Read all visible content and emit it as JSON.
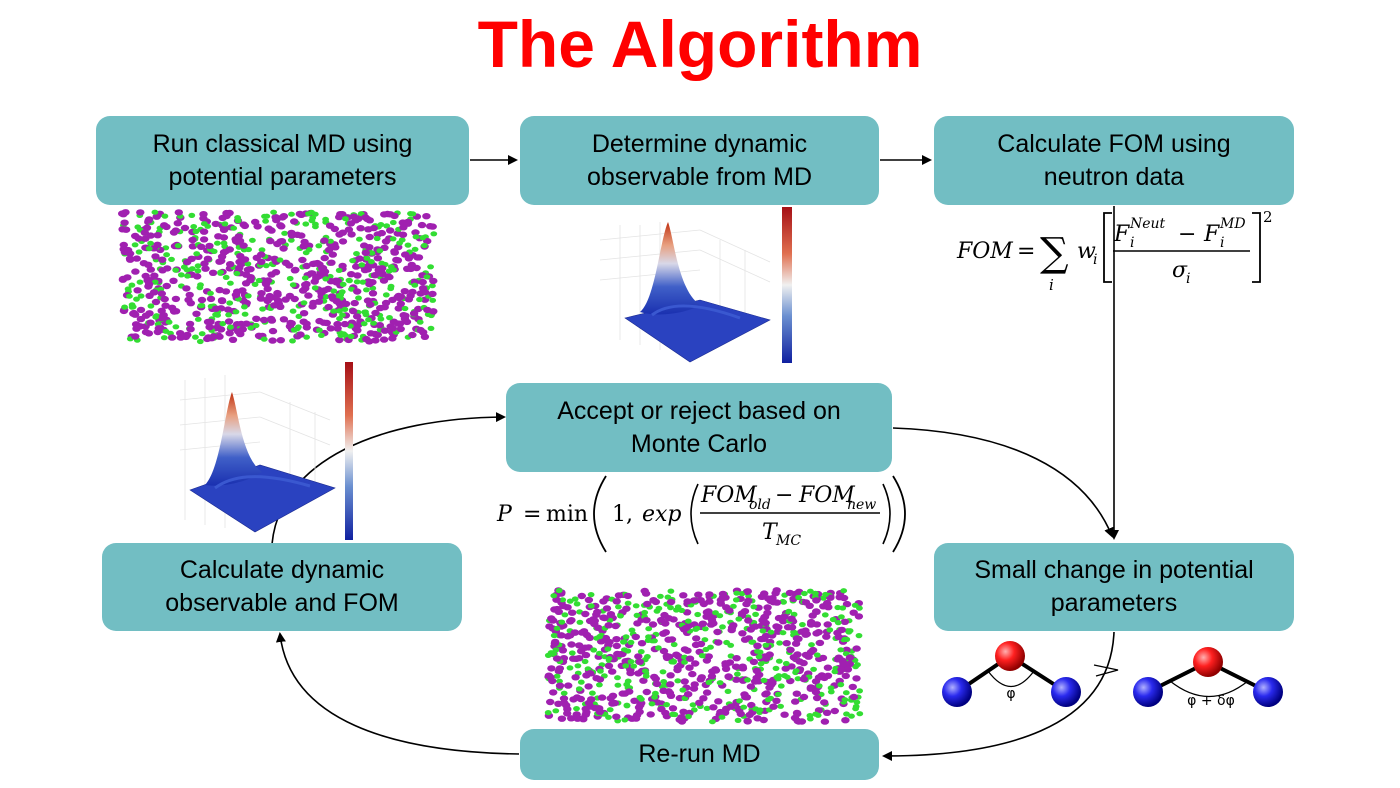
{
  "title": "The Algorithm",
  "boxes": {
    "run_md": [
      "Run classical MD using",
      "potential parameters"
    ],
    "determine": [
      "Determine dynamic",
      "observable from MD"
    ],
    "calc_fom": [
      "Calculate FOM using",
      "neutron data"
    ],
    "accept": [
      "Accept or reject based on",
      "Monte Carlo"
    ],
    "calc_dyn": [
      "Calculate dynamic",
      "observable and FOM"
    ],
    "small_change": [
      "Small change in potential",
      "parameters"
    ],
    "rerun": "Re-run MD"
  },
  "fom_equation": {
    "lhs": "FOM",
    "eq": "=",
    "sum": "∑",
    "index": "i",
    "weight": "w",
    "weight_sub": "i",
    "num_a": "F",
    "num_a_sup": "Neut",
    "num_a_sub": "i",
    "minus": "−",
    "num_b": "F",
    "num_b_sup": "MD",
    "num_b_sub": "i",
    "den": "σ",
    "den_sub": "i",
    "power": "2"
  },
  "mc_equation": {
    "lhs": "P",
    "eq": "=",
    "func": "min",
    "one": "1,",
    "exp": "exp",
    "num_a": "FOM",
    "num_a_sub": "old",
    "minus": "−",
    "num_b": "FOM",
    "num_b_sub": "new",
    "den": "T",
    "den_sub": "MC"
  },
  "molecule": {
    "angle_before": "φ",
    "angle_after": "φ + δφ",
    "center_color": "#ff1a1a",
    "end_color": "#2424e8"
  },
  "colors": {
    "title": "#ff0000",
    "box": "#72bec3",
    "atom_a": "#a020b0",
    "atom_b": "#33dd33"
  }
}
